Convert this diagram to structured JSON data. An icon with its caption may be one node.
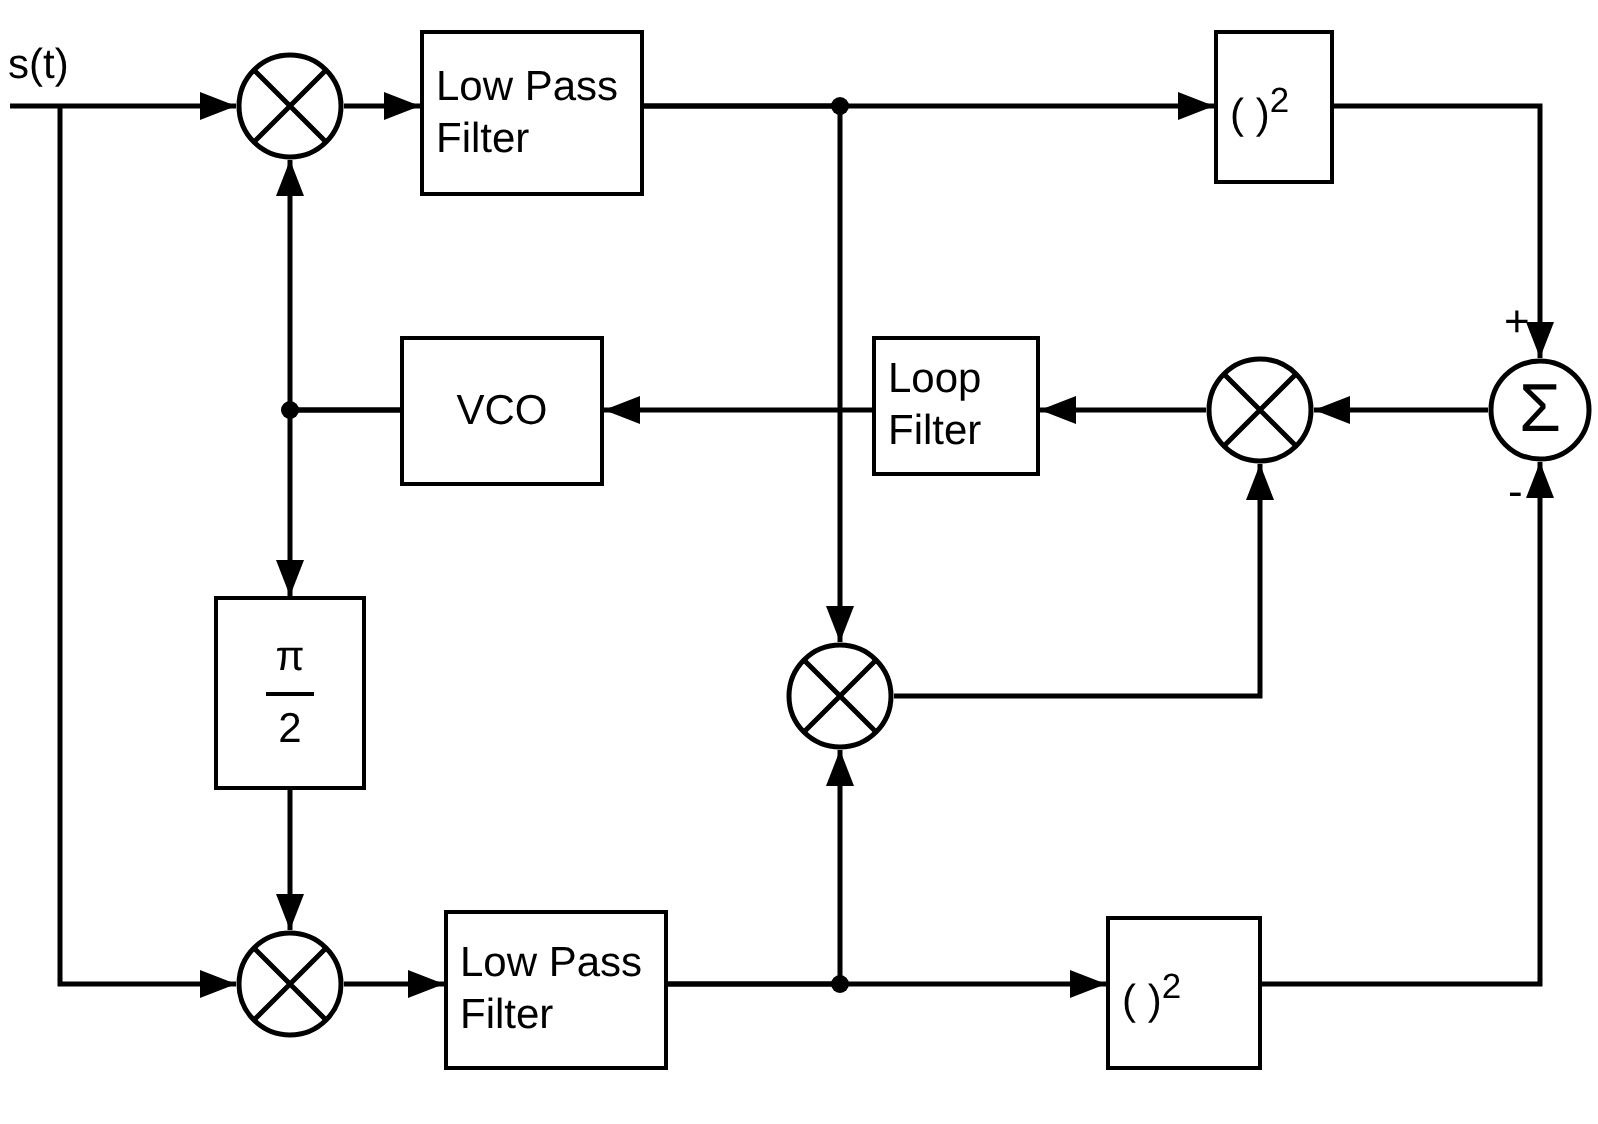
{
  "diagram": {
    "nodes": [
      {
        "text": [
          "s(t)"
        ]
      },
      {
        "text": [],
        "shape": "circle"
      },
      {
        "text": [
          "Low Pass Filter"
        ]
      },
      {
        "text": [
          "( )$^{2}$"
        ]
      },
      {
        "text": [
          "VCO"
        ]
      },
      {
        "text": [
          "Loop Filter"
        ]
      },
      {
        "text": [],
        "shape": "circle"
      },
      {
        "text": [
          "Σ"
        ]
      },
      {
        "text": [
          "π",
          "2"
        ]
      },
      {
        "text": [],
        "shape": "circle"
      },
      {
        "text": [],
        "shape": "circle"
      },
      {
        "text": [
          "Low Pass Filter"
        ]
      },
      {
        "text": [
          "( )$^{2}$"
        ]
      }
    ],
    "edges": [
      {
        "from": 0,
        "to": 1,
        "arrow": "to"
      },
      {
        "from": 0,
        "to": 10,
        "arrow": "to"
      },
      {
        "from": 1,
        "to": 2,
        "arrow": "to"
      },
      {
        "from": 2,
        "to": 3,
        "arrow": "to"
      },
      {
        "from": 2,
        "to": 9,
        "arrow": "to"
      },
      {
        "from": 3,
        "to": 7,
        "arrow": "to"
      },
      {
        "from": 12,
        "to": 7,
        "arrow": "to"
      },
      {
        "from": 7,
        "to": 6,
        "arrow": "to"
      },
      {
        "from": 9,
        "to": 6,
        "arrow": "to"
      },
      {
        "from": 6,
        "to": 5,
        "arrow": "to"
      },
      {
        "from": 5,
        "to": 4,
        "arrow": "to"
      },
      {
        "from": 4,
        "to": 1,
        "arrow": "to"
      },
      {
        "from": 4,
        "to": 8,
        "arrow": "to"
      },
      {
        "from": 8,
        "to": 10,
        "arrow": "to"
      },
      {
        "from": 10,
        "to": 11,
        "arrow": "to"
      },
      {
        "from": 11,
        "to": 12,
        "arrow": "to"
      },
      {
        "from": 11,
        "to": 9,
        "arrow": "to"
      }
    ],
    "labels": [
      "+",
      "-"
    ]
  }
}
